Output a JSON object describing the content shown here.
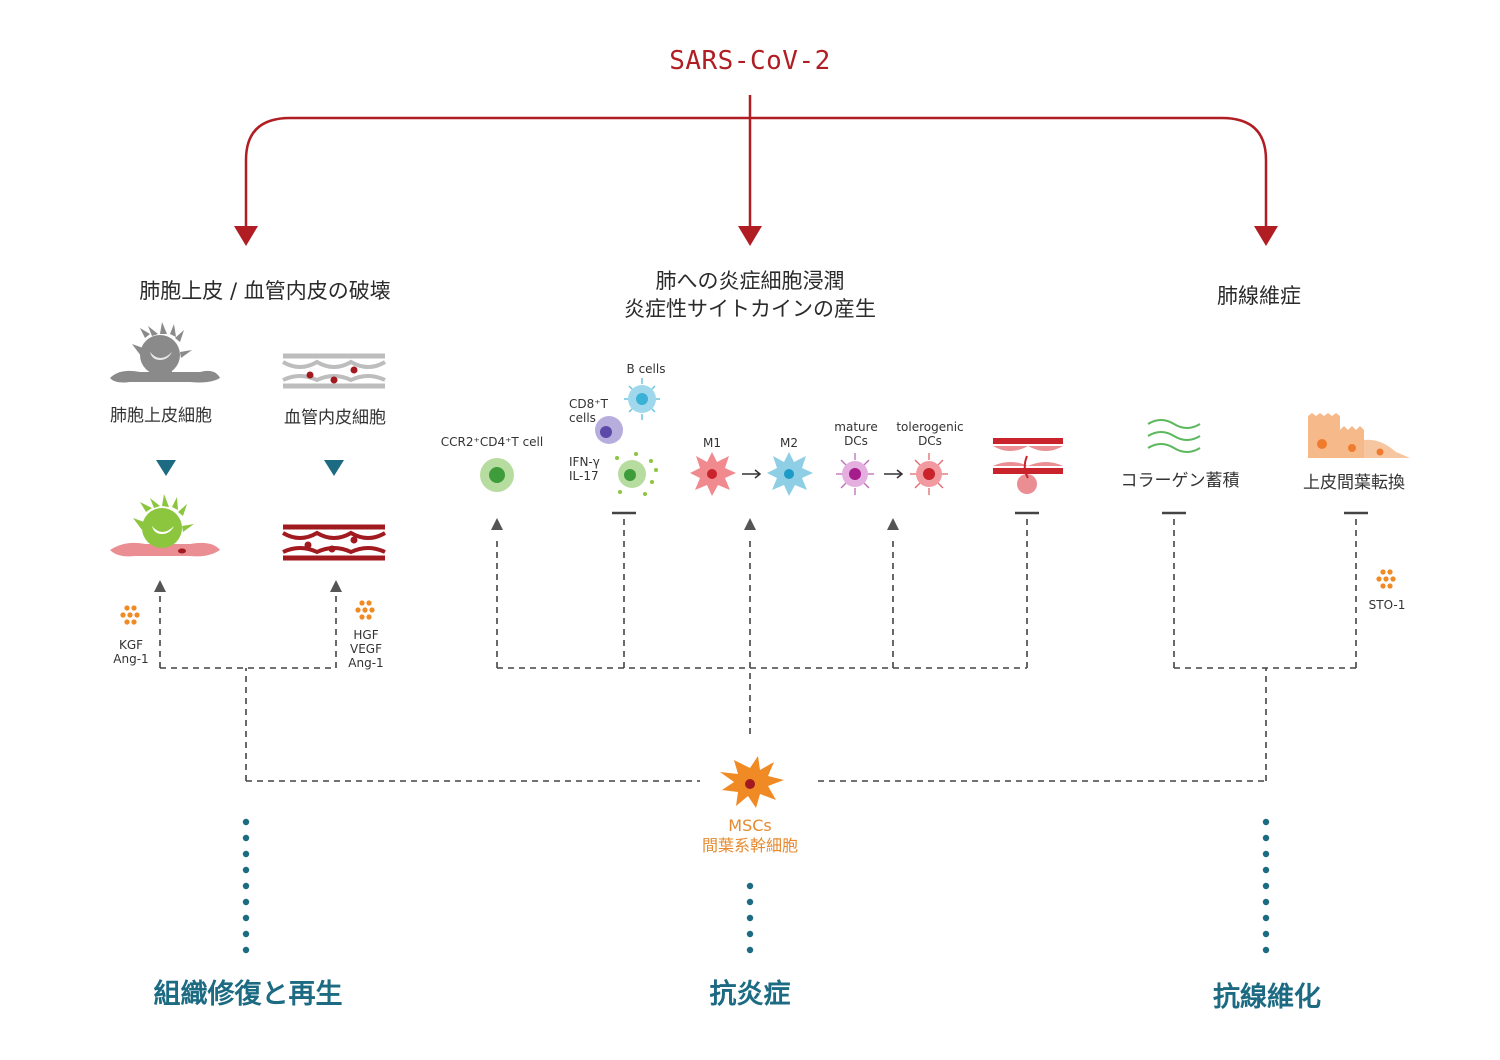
{
  "title": "SARS-CoV-2",
  "effects": {
    "destruction": "肺胞上皮 / 血管内皮の破壊",
    "infiltration_1": "肺への炎症細胞浸潤",
    "infiltration_2": "炎症性サイトカインの産生",
    "fibrosis": "肺線維症"
  },
  "cells": {
    "alveolar": "肺胞上皮細胞",
    "endothelial": "血管内皮細胞",
    "ccr2": "CCR2⁺CD4⁺T cell",
    "b_cells": "B cells",
    "cd8_1": "CD8⁺T",
    "cd8_2": "cells",
    "ifn": "IFN-γ",
    "il17": "IL-17",
    "m1": "M1",
    "m2": "M2",
    "mature_1": "mature",
    "mature_2": "DCs",
    "tol_1": "tolerogenic",
    "tol_2": "DCs",
    "collagen": "コラーゲン蓄積",
    "emt": "上皮間葉転換"
  },
  "factors": {
    "kgf": "KGF",
    "ang1_a": "Ang-1",
    "hgf": "HGF",
    "vegf": "VEGF",
    "ang1_b": "Ang-1",
    "sto1": "STO-1"
  },
  "msc": {
    "name": "MSCs",
    "jp": "間葉系幹細胞"
  },
  "outcomes": {
    "repair": "組織修復と再生",
    "anti_inflammation": "抗炎症",
    "anti_fibrosis": "抗線維化"
  },
  "colors": {
    "virus_red": "#b01e23",
    "teal": "#1c6b82",
    "msc_orange": "#ef8a24",
    "dashed": "#444444"
  }
}
